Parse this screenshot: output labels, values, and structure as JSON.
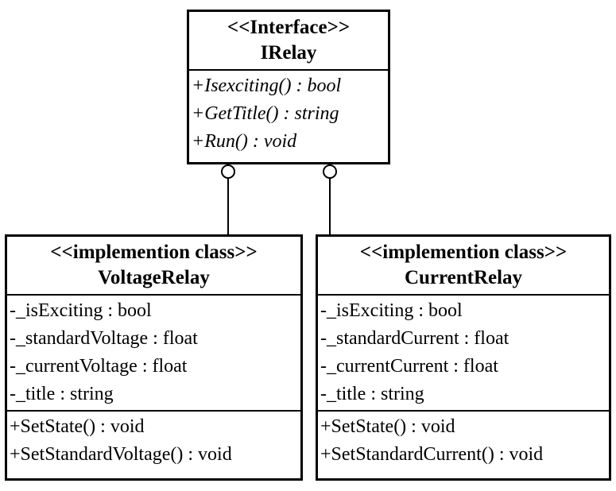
{
  "interface": {
    "stereotype": "<<Interface>>",
    "name": "IRelay",
    "operations": [
      "+Isexciting() : bool",
      "+GetTitle() : string",
      "+Run() : void"
    ]
  },
  "voltage_relay": {
    "stereotype": "<<implemention class>>",
    "name": "VoltageRelay",
    "attributes": [
      "-_isExciting : bool",
      "-_standardVoltage : float",
      "-_currentVoltage : float",
      "-_title : string"
    ],
    "operations": [
      "+SetState() : void",
      "+SetStandardVoltage() : void"
    ]
  },
  "current_relay": {
    "stereotype": "<<implemention class>>",
    "name": "CurrentRelay",
    "attributes": [
      "-_isExciting : bool",
      "-_standardCurrent : float",
      "-_currentCurrent : float",
      "-_title : string"
    ],
    "operations": [
      "+SetState() : void",
      "+SetStandardCurrent() : void"
    ]
  }
}
